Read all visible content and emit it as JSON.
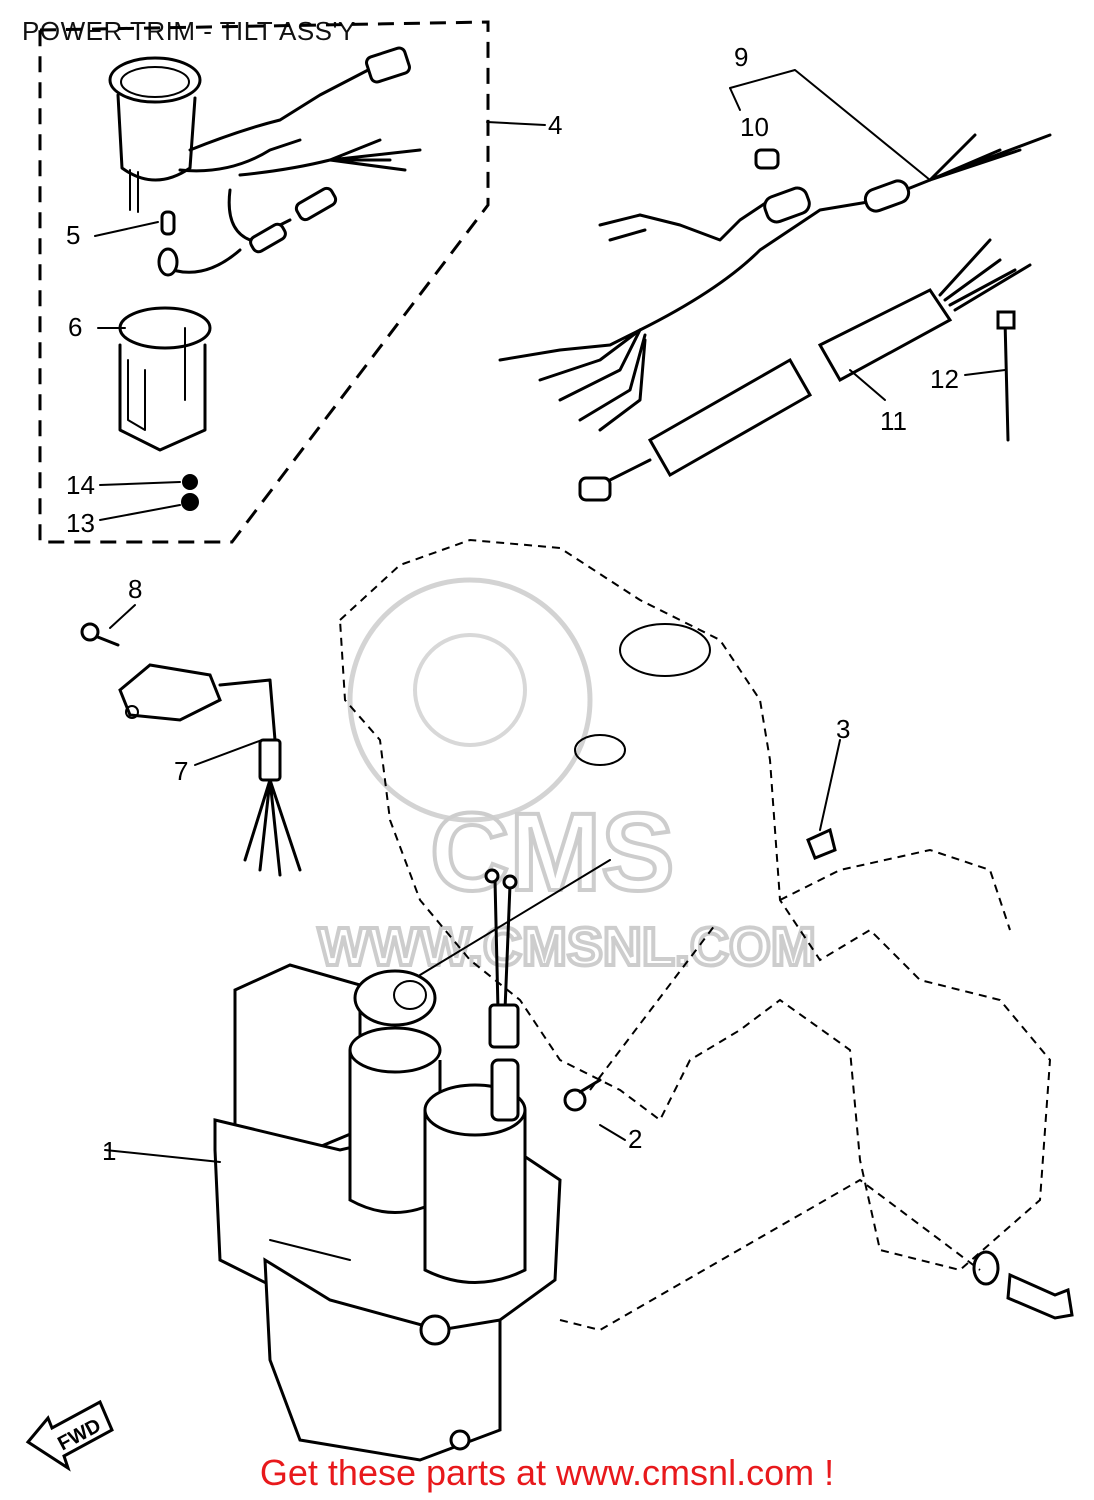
{
  "header": {
    "title": "POWER TRIM - TILT ASS'Y"
  },
  "watermark": {
    "text": "WWW.CMSNL.COM",
    "logo_text": "CMS"
  },
  "callouts": [
    "1",
    "2",
    "3",
    "4",
    "5",
    "6",
    "7",
    "8",
    "9",
    "10",
    "11",
    "12",
    "13",
    "14"
  ],
  "direction_marker": {
    "label": "FWD"
  },
  "footer": {
    "cta": "Get these parts at www.cmsnl.com !",
    "cta_color": "#e8191c"
  }
}
